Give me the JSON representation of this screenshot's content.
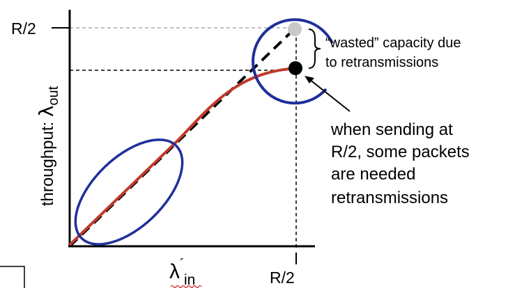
{
  "axes": {
    "y_tick": "R/2",
    "x_tick": "R/2",
    "y_label_prefix": "throughput: ",
    "y_label_symbol": "λ",
    "y_label_subscript": "out",
    "x_label_symbol": "λ",
    "x_label_accent": "´",
    "x_label_subscript": "in"
  },
  "annotations": {
    "wasted_line1": "“wasted” capacity due",
    "wasted_line2": "to retransmissions",
    "sending_line1": "when sending at",
    "sending_line2": "R/2, some packets",
    "sending_line3": "are needed",
    "sending_line4": "retransmissions"
  },
  "colors": {
    "throughput_curve": "#c0392b",
    "ideal_line": "#000000",
    "ellipse": "#1f2f9a",
    "ideal_point": "#c8c8c8",
    "actual_point": "#000000",
    "guide_gray": "#aaaaaa"
  }
}
